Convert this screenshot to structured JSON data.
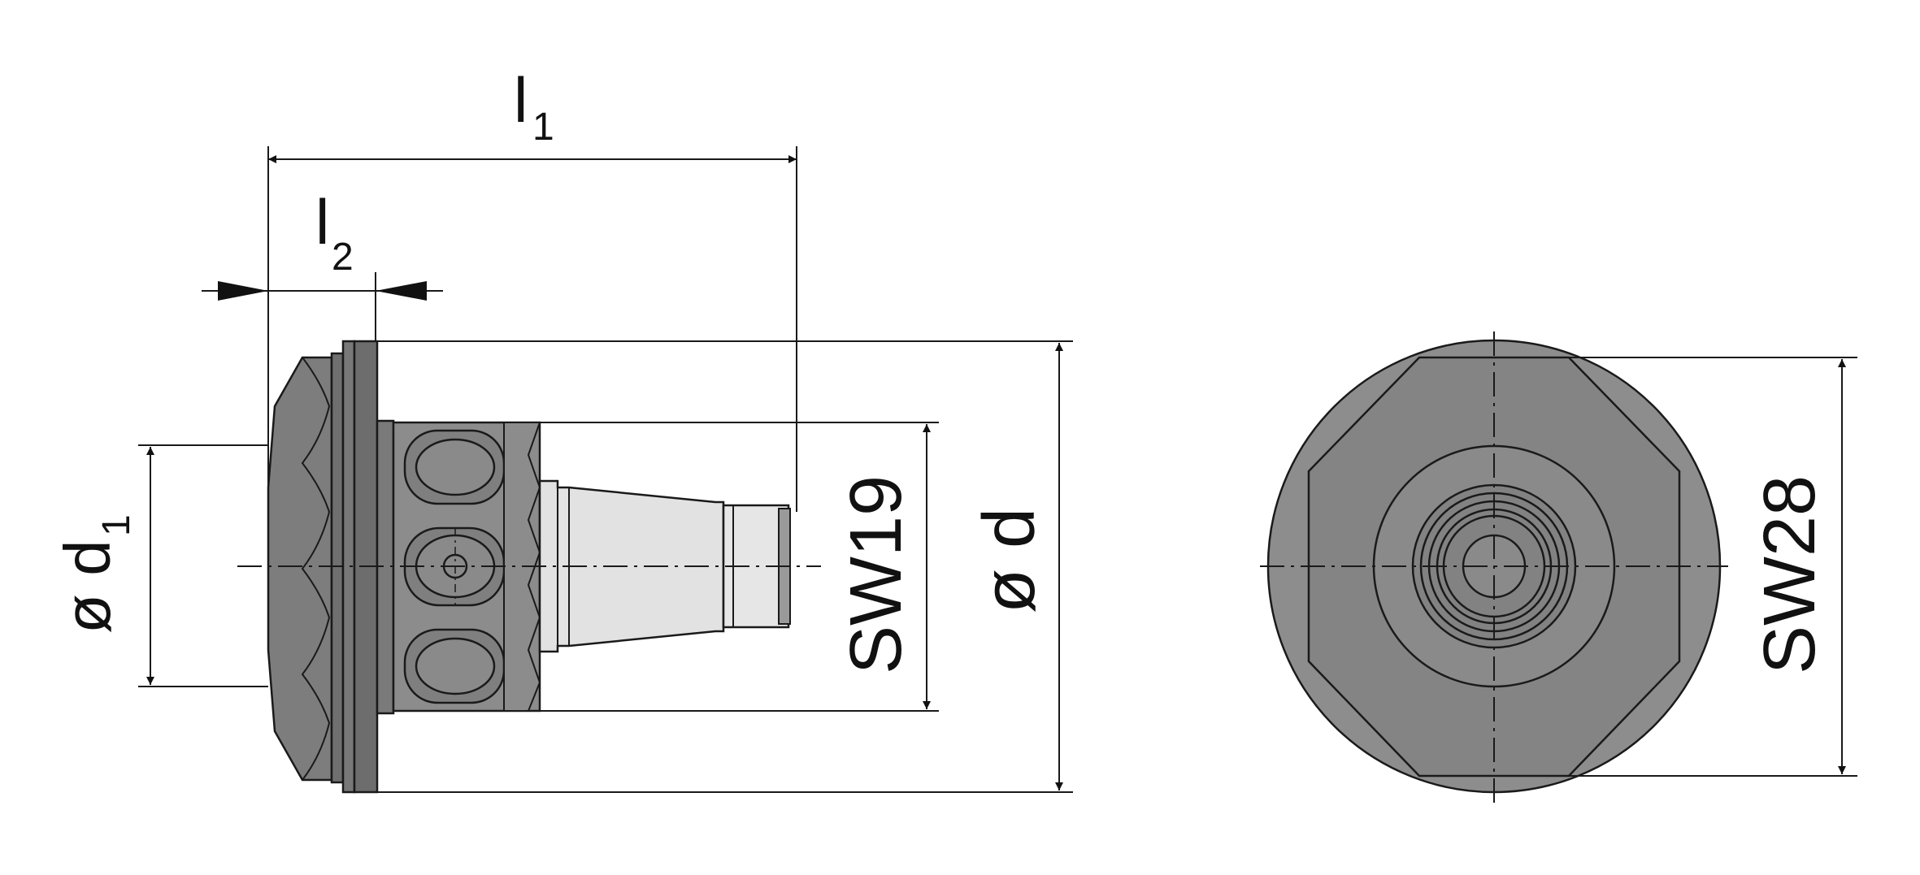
{
  "labels": {
    "l1_main": "l",
    "l1_sub": "1",
    "l2_main": "l",
    "l2_sub": "2",
    "d1_main": "ø d",
    "d1_sub": "1",
    "d": "ø d",
    "sw19": "SW19",
    "sw28": "SW28"
  },
  "colors": {
    "body_dark": "#7b7b7b",
    "body_mid": "#8e8e8e",
    "shank_light": "#e3e3e3",
    "outline": "#1a1a1a"
  }
}
